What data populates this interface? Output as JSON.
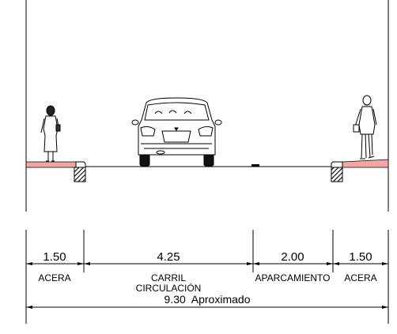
{
  "section": {
    "figures": [
      "pedestrian-woman",
      "car-front-view",
      "pedestrian-man"
    ],
    "colors": {
      "sidewalk": "#f2a7a4",
      "line": "#000000",
      "hatch": "#000000"
    }
  },
  "dimensions": {
    "segments": [
      {
        "value": "1.50",
        "label_lines": [
          "ACERA"
        ]
      },
      {
        "value": "4.25",
        "label_lines": [
          "CARRIL",
          "CIRCULACIÓN"
        ]
      },
      {
        "value": "2.00",
        "label_lines": [
          "APARCAMIENTO"
        ]
      },
      {
        "value": "1.50",
        "label_lines": [
          "ACERA"
        ]
      }
    ],
    "total": "9.30  Aproximado"
  }
}
